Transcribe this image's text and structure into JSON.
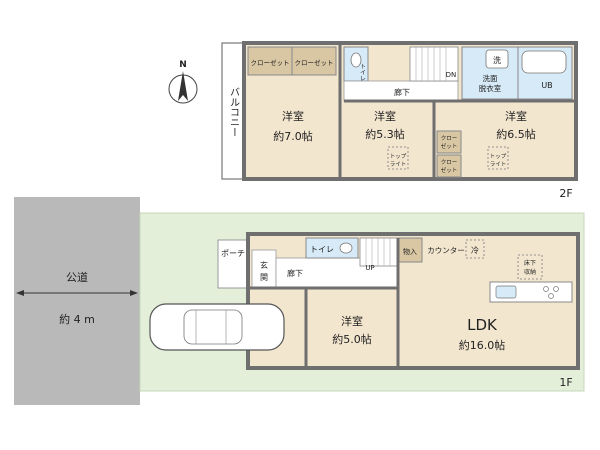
{
  "floor2": {
    "level_label": "2F",
    "closet_a": "クローゼット",
    "closet_b": "クローゼット",
    "toilet": "トイレ",
    "wash": "洗",
    "corridor": "廊下",
    "dn": "DN",
    "dressing_line1": "洗面",
    "dressing_line2": "脱衣室",
    "ub": "UB",
    "balcony": "バルコニー",
    "room_west_name": "洋室",
    "room_west_size": "約7.0帖",
    "room_center_name": "洋室",
    "room_center_size": "約5.3帖",
    "room_east_name": "洋室",
    "room_east_size": "約6.5帖",
    "closet_c_line1": "クロー",
    "closet_c_line2": "ゼット",
    "closet_d_line1": "クロー",
    "closet_d_line2": "ゼット",
    "toplight_a_line1": "トップ",
    "toplight_a_line2": "ライト",
    "toplight_b_line1": "トップ",
    "toplight_b_line2": "ライト"
  },
  "floor1": {
    "level_label": "1F",
    "porch": "ポーチ",
    "entrance_line1": "玄",
    "entrance_line2": "関",
    "corridor": "廊下",
    "toilet": "トイレ",
    "storage": "物入",
    "counter": "カウンター",
    "fridge": "冷",
    "underfloor_line1": "床下",
    "underfloor_line2": "収納",
    "up": "UP",
    "room_name": "洋室",
    "room_size": "約5.0帖",
    "ldk_name": "LDK",
    "ldk_size": "約16.0帖"
  },
  "road": {
    "name": "公道",
    "width": "約 4 m"
  },
  "compass": {
    "label": "N"
  },
  "colors": {
    "site_green": "#e3efd9",
    "road_gray": "#b9b9b9",
    "wall": "#777777",
    "wood_floor": "#f3e6cf",
    "closet": "#d9c7a3",
    "wet_area": "#d7eaf7",
    "corridor_floor": "#ffffff"
  }
}
